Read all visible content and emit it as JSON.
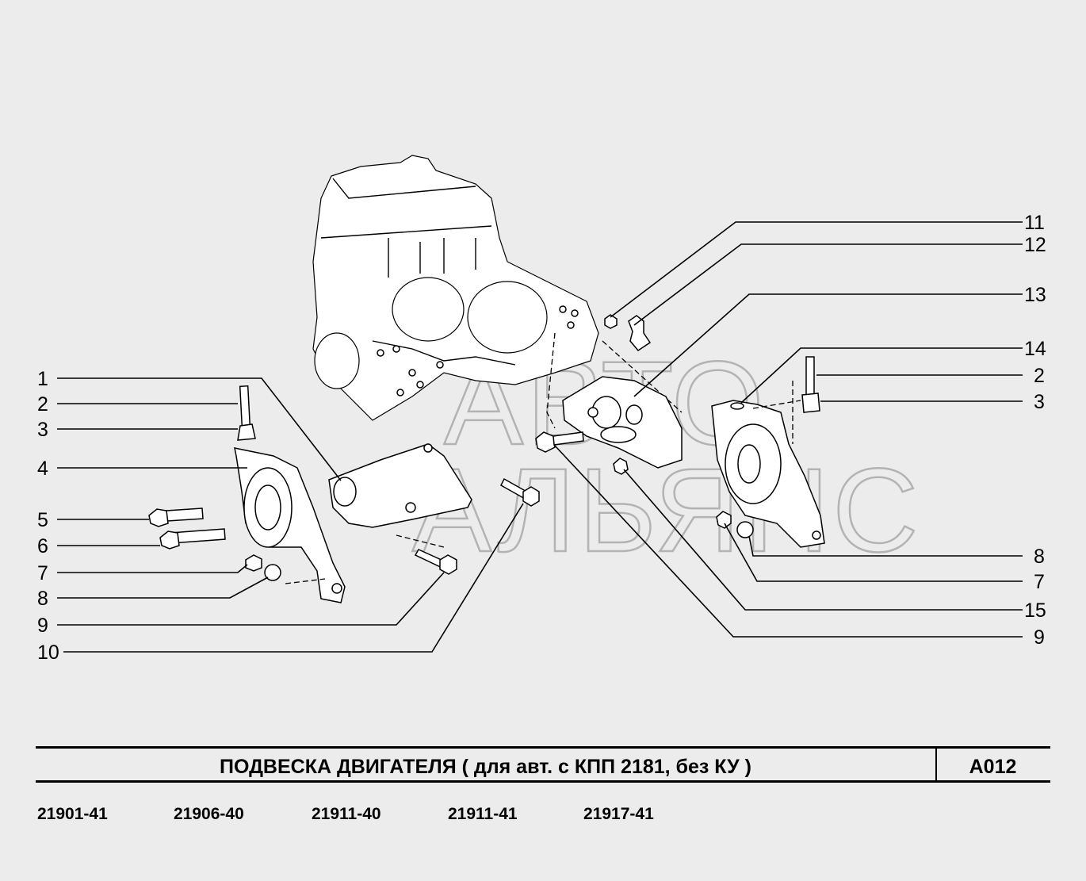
{
  "watermark": {
    "line1": "АВТО",
    "line2": "АЛЬЯНС"
  },
  "callouts": {
    "left": [
      "1",
      "2",
      "3",
      "4",
      "5",
      "6",
      "7",
      "8",
      "9",
      "10"
    ],
    "right": [
      "11",
      "12",
      "13",
      "14",
      "2",
      "3",
      "8",
      "7",
      "15",
      "9"
    ]
  },
  "title_block": {
    "title": "ПОДВЕСКА   ДВИГАТЕЛЯ  ( для авт. с КПП 2181, без КУ )",
    "code": "А012"
  },
  "models": [
    "21901-41",
    "21906-40",
    "21911-40",
    "21911-41",
    "21917-41"
  ]
}
